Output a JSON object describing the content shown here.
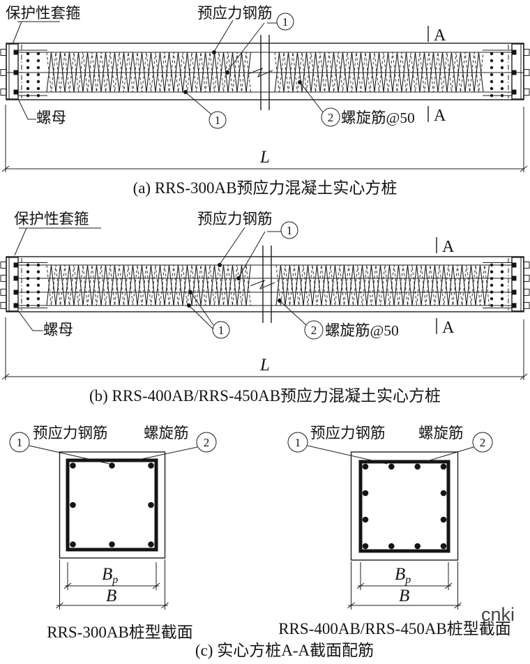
{
  "figure": {
    "diagram_a": {
      "label_protective_sleeve": "保护性套箍",
      "label_prestressed_bar": "预应力钢筋",
      "label_nut": "螺母",
      "label_spiral": "螺旋筋@50",
      "callout_1": "1",
      "callout_2": "2",
      "section_marker_top": "A",
      "section_marker_bottom": "A",
      "dim_length": "L",
      "caption": "(a) RRS-300AB预应力混凝土实心方桩"
    },
    "diagram_b": {
      "label_protective_sleeve": "保护性套箍",
      "label_prestressed_bar": "预应力钢筋",
      "label_nut": "螺母",
      "label_spiral": "螺旋筋@50",
      "callout_1": "1",
      "callout_2": "2",
      "section_marker_top": "A",
      "section_marker_bottom": "A",
      "dim_length": "L",
      "caption": "(b) RRS-400AB/RRS-450AB预应力混凝土实心方桩"
    },
    "section_c": {
      "left": {
        "callout_1": "1",
        "callout_2": "2",
        "label_prestressed_bar": "预应力钢筋",
        "label_spiral": "螺旋筋",
        "dim_inner": "B",
        "dim_inner_sub": "p",
        "dim_outer": "B",
        "caption": "RRS-300AB桩型截面"
      },
      "right": {
        "callout_1": "1",
        "callout_2": "2",
        "label_prestressed_bar": "预应力钢筋",
        "label_spiral": "螺旋筋",
        "dim_inner": "B",
        "dim_inner_sub": "p",
        "dim_outer": "B",
        "caption": "RRS-400AB/RRS-450AB桩型截面"
      },
      "caption": "(c) 实心方桩A-A截面配筋"
    },
    "watermark": {
      "text": "cnki",
      "color": "#f2a08b"
    }
  }
}
